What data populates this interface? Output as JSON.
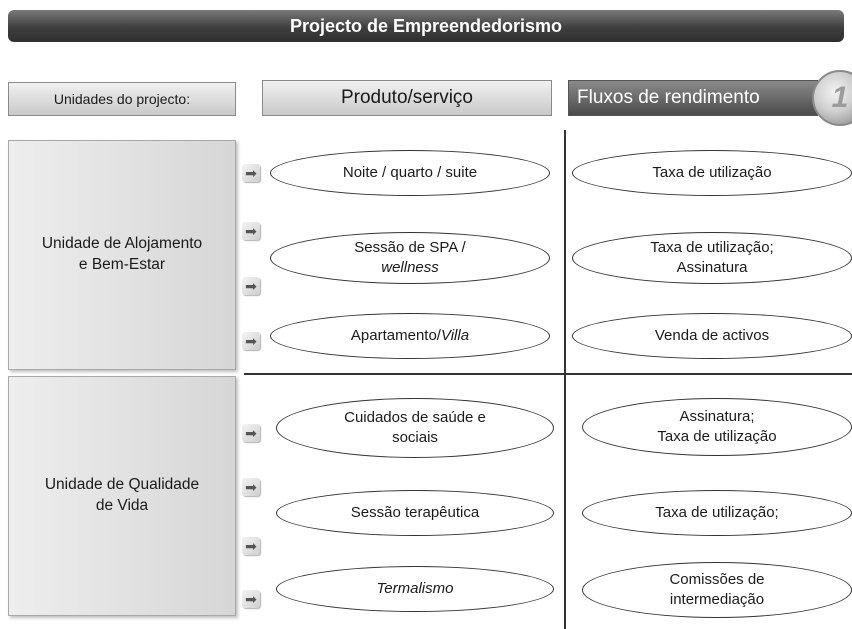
{
  "title": "Projecto de Empreendedorismo",
  "headers": {
    "units": "Unidades do projecto:",
    "product": "Produto/serviço",
    "flows": "Fluxos de rendimento",
    "coin_label": "1"
  },
  "units": [
    {
      "name_line1": "Unidade de Alojamento",
      "name_line2": "e Bem-Estar"
    },
    {
      "name_line1": "Unidade de Qualidade",
      "name_line2": "de Vida"
    }
  ],
  "rows": [
    {
      "product": "Noite / quarto / suite",
      "flow_line1": "Taxa de utilização",
      "flow_line2": ""
    },
    {
      "product_line1": "Sessão de SPA /",
      "product_line2_italic": "wellness",
      "flow_line1": "Taxa de utilização;",
      "flow_line2": "Assinatura"
    },
    {
      "product_plain": "Apartamento/",
      "product_italic": "Villa",
      "flow_line1": "Venda de activos",
      "flow_line2": ""
    },
    {
      "product_line1": "Cuidados de saúde e",
      "product_line2": "sociais",
      "flow_line1": "Assinatura;",
      "flow_line2": "Taxa de utilização"
    },
    {
      "product": "Sessão terapêutica",
      "flow_line1": "Taxa de utilização;",
      "flow_line2": ""
    },
    {
      "product_italic": "Termalismo",
      "flow_line1": "Comissões de",
      "flow_line2": "intermediação"
    }
  ],
  "arrow_glyph": "➡"
}
